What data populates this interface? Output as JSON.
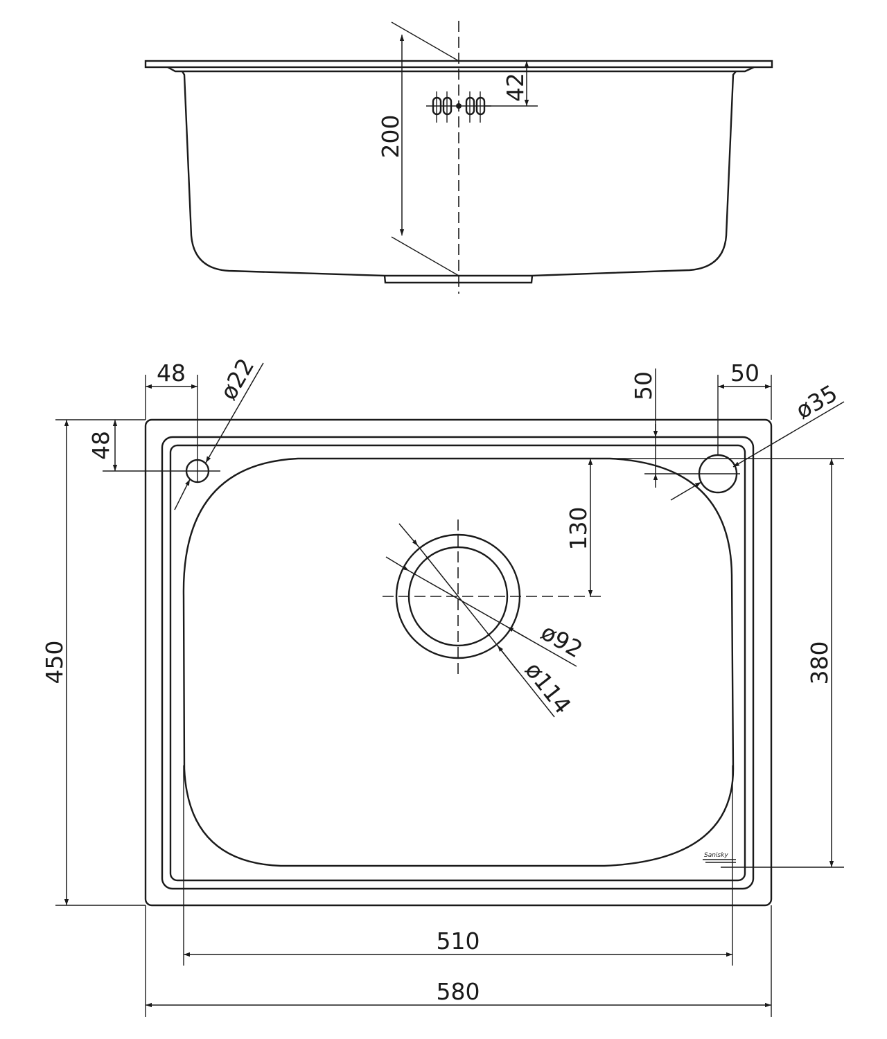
{
  "dimensions": {
    "side_height": "200",
    "side_hole_offset": "42",
    "left_hole_x": "48",
    "left_hole_y": "48",
    "left_hole_dia": "ø22",
    "right_hole_x": "50",
    "right_hole_y": "50",
    "right_hole_dia": "ø35",
    "bowl_to_drain": "130",
    "drain_inner_dia": "ø92",
    "drain_outer_dia": "ø114",
    "overall_depth": "450",
    "bowl_depth": "380",
    "bowl_width": "510",
    "overall_width": "580"
  },
  "logo_text": "Sanisky"
}
